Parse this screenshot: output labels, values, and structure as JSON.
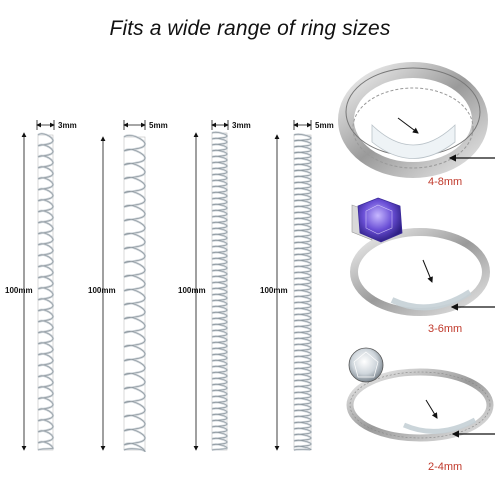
{
  "title": "Fits a wide range of ring sizes",
  "spirals": [
    {
      "width_label": "3mm",
      "length_label": "100mm"
    },
    {
      "width_label": "5mm",
      "length_label": "100mm"
    },
    {
      "width_label": "3mm",
      "length_label": "100mm"
    },
    {
      "width_label": "5mm",
      "length_label": "100mm"
    }
  ],
  "rings": [
    {
      "range_label": "4-8mm"
    },
    {
      "range_label": "3-6mm"
    },
    {
      "range_label": "2-4mm"
    }
  ],
  "colors": {
    "accent_red": "#c0392b",
    "gem_purple": "#6a4fd6"
  }
}
